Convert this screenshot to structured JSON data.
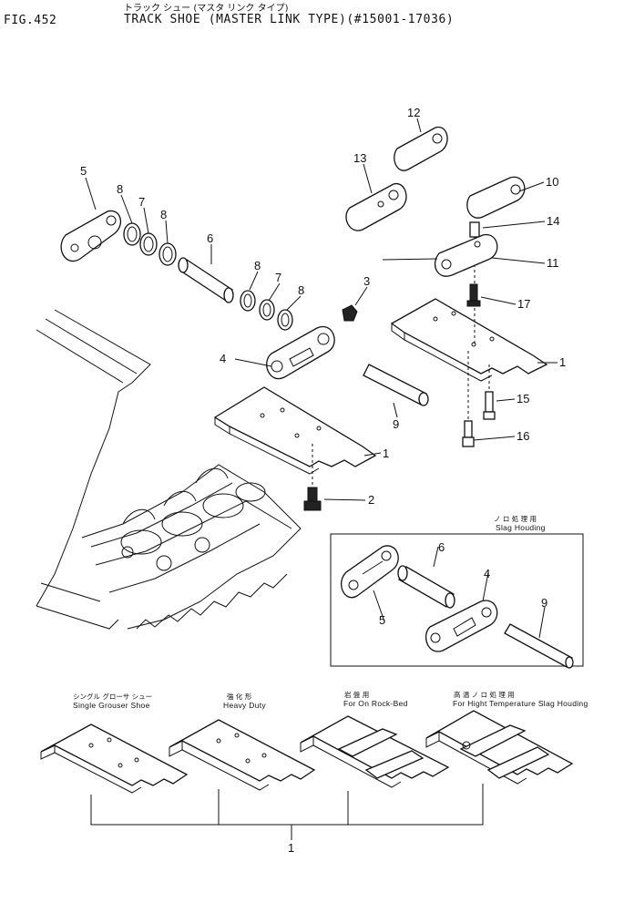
{
  "header": {
    "fig_label": "FIG.452",
    "title_jp": "トラック シュー (マスタ リンク タイプ)",
    "title_en": "TRACK SHOE (MASTER LINK TYPE)(#15001-17036)"
  },
  "callouts": [
    "1",
    "2",
    "3",
    "4",
    "5",
    "6",
    "7",
    "8",
    "9",
    "10",
    "11",
    "12",
    "13",
    "14",
    "15",
    "16",
    "17"
  ],
  "inset": {
    "caption_jp": "ノ ロ 処 理 用",
    "caption_en": "Slag Houding",
    "callouts": [
      "4",
      "5",
      "6",
      "9"
    ]
  },
  "shoe_variants": [
    {
      "caption_jp": "シングル グローサ シュー",
      "caption_en": "Single  Grouser  Shoe"
    },
    {
      "caption_jp": "強 化 形",
      "caption_en": "Heavy  Duty"
    },
    {
      "caption_jp": "岩 盤 用",
      "caption_en": "For  On  Rock-Bed"
    },
    {
      "caption_jp": "高 温 ノ ロ 処 理 用",
      "caption_en": "For  Hight  Temperature  Slag  Houding"
    }
  ],
  "bottom_callout": "1"
}
